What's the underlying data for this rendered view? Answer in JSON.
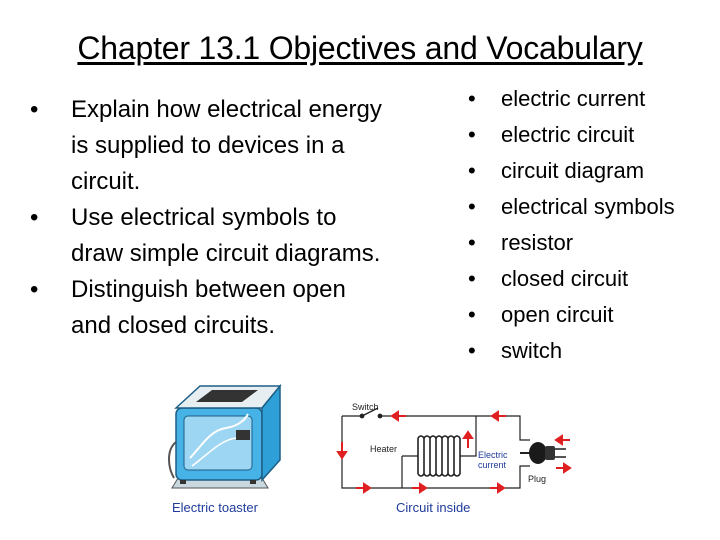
{
  "title": "Chapter 13.1 Objectives and Vocabulary",
  "objectives": [
    "Explain how electrical energy is supplied to devices in a circuit.",
    "Use electrical symbols to draw simple circuit diagrams.",
    "Distinguish between open and closed circuits."
  ],
  "vocabulary": [
    "electric current",
    "electric circuit",
    "circuit diagram",
    "electrical symbols",
    "resistor",
    "closed circuit",
    "open circuit",
    "switch"
  ],
  "figure": {
    "toaster_caption": "Electric toaster",
    "circuit_caption": "Circuit inside",
    "switch_label": "Switch",
    "heater_label": "Heater",
    "current_label_line1": "Electric",
    "current_label_line2": "current",
    "plug_label": "Plug"
  },
  "colors": {
    "toaster_blue": "#2f9fd8",
    "arrow_red": "#e02020",
    "caption_blue": "#1f3a9a"
  }
}
